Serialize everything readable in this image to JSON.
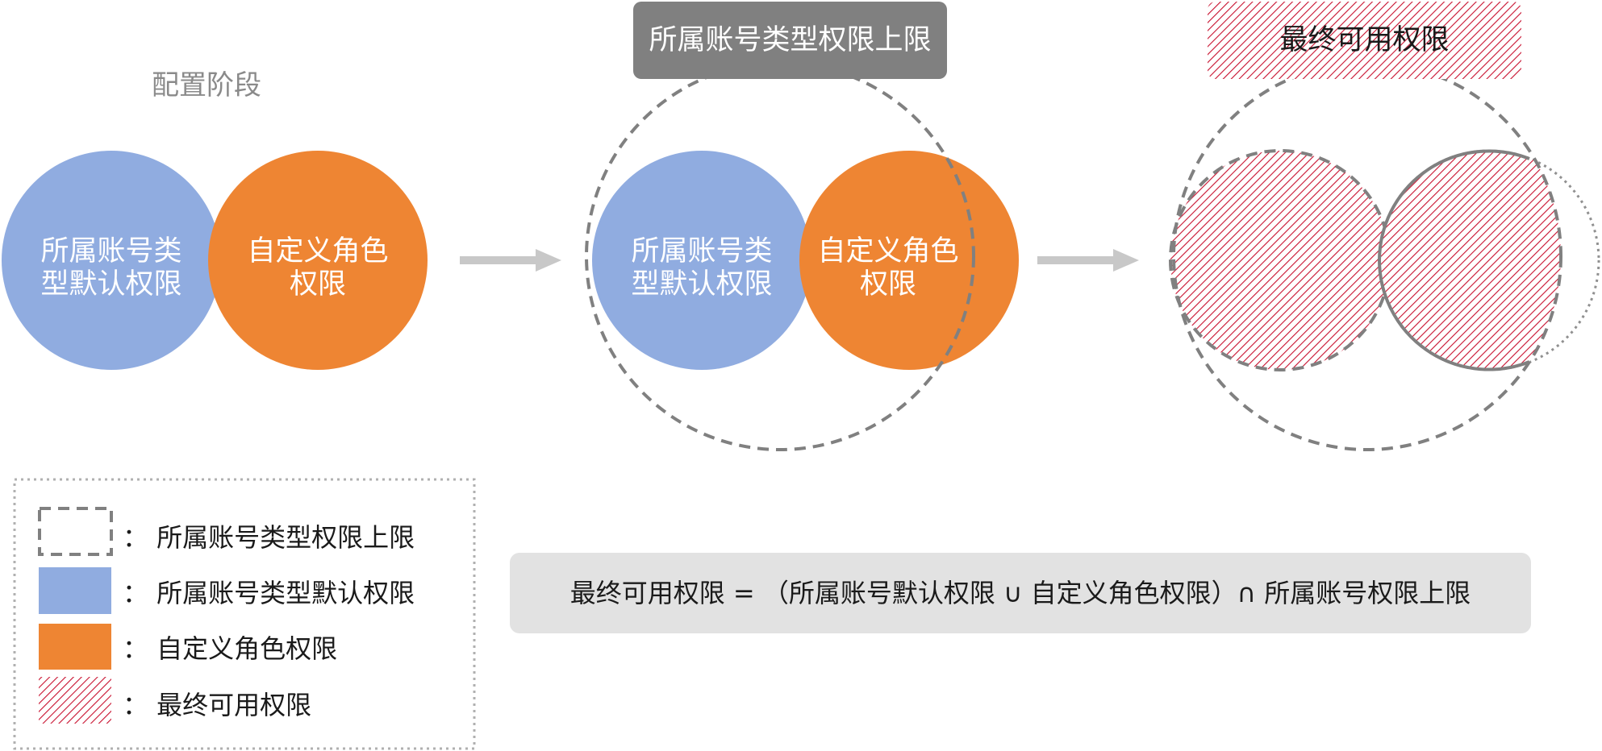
{
  "stage_label": "配置阶段",
  "colors": {
    "default_perm": "#90ace0",
    "custom_role": "#ee8533",
    "upper_limit_tag": "#808080",
    "final_hatch": "#c8102e",
    "arrow": "#c8c8c8",
    "formula_bg": "#e2e2e2"
  },
  "stage1": {
    "blue_circle_label_line1": "所属账号类",
    "blue_circle_label_line2": "型默认权限",
    "orange_circle_label_line1": "自定义角色",
    "orange_circle_label_line2": "权限"
  },
  "stage2": {
    "tag": "所属账号类型权限上限",
    "blue_circle_label_line1": "所属账号类",
    "blue_circle_label_line2": "型默认权限",
    "orange_circle_label_line1": "自定义角色",
    "orange_circle_label_line2": "权限"
  },
  "stage3": {
    "tag": "最终可用权限"
  },
  "legend": {
    "items": [
      {
        "icon": "dashed-box-icon",
        "label": "：  所属账号类型权限上限"
      },
      {
        "icon": "blue-swatch-icon",
        "label": "：  所属账号类型默认权限"
      },
      {
        "icon": "orange-swatch-icon",
        "label": "：  自定义角色权限"
      },
      {
        "icon": "hatched-swatch-icon",
        "label": "：  最终可用权限"
      }
    ]
  },
  "formula": "最终可用权限 = （所属账号默认权限 ∪ 自定义角色权限）∩ 所属账号权限上限"
}
